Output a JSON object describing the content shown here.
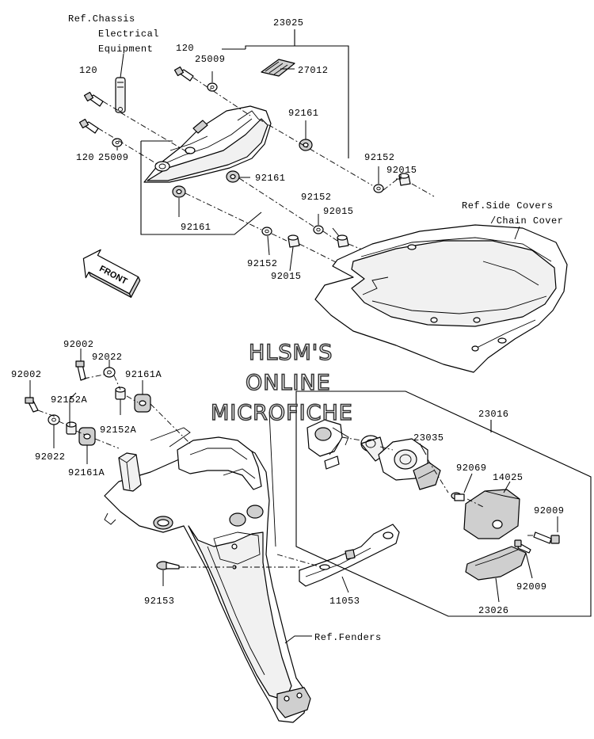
{
  "diagram": {
    "watermark": [
      "HLSM'S",
      "ONLINE",
      "MICROFICHE"
    ],
    "front_label": "FRONT",
    "refs": {
      "chassis": [
        "Ref.Chassis",
        "Electrical",
        "Equipment"
      ],
      "side_covers": [
        "Ref.Side Covers",
        "/Chain Cover"
      ],
      "fenders": "Ref.Fenders"
    },
    "parts": {
      "p23025": "23025",
      "p27012": "27012",
      "p120a": "120",
      "p120b": "120",
      "p120c": "120",
      "p25009a": "25009",
      "p25009b": "25009",
      "p92161a": "92161",
      "p92161b": "92161",
      "p92161c": "92161",
      "p92152a": "92152",
      "p92152b": "92152",
      "p92152c": "92152",
      "p92015a": "92015",
      "p92015b": "92015",
      "p92015c": "92015",
      "p92002a": "92002",
      "p92002b": "92002",
      "p92022a": "92022",
      "p92022b": "92022",
      "p92161Aa": "92161A",
      "p92161Ab": "92161A",
      "p92152Aa": "92152A",
      "p92152Ab": "92152A",
      "p92153": "92153",
      "p11053": "11053",
      "p23016": "23016",
      "p23035": "23035",
      "p92069": "92069",
      "p14025": "14025",
      "p92009a": "92009",
      "p92009b": "92009",
      "p23026": "23026"
    }
  }
}
